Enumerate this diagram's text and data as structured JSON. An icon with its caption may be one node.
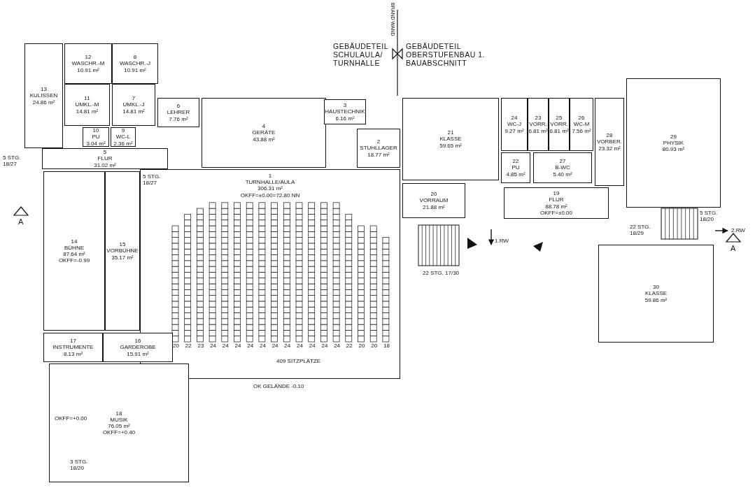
{
  "diagram": {
    "nodes": [
      {
        "text": [
          "13",
          "KULISSEN",
          "24.86 m²"
        ]
      },
      {
        "text": [
          "12",
          "WASCHR.-M",
          "10.91 m²"
        ]
      },
      {
        "text": [
          "8",
          "WASCHR.-J",
          "10.91 m²"
        ]
      },
      {
        "text": [
          "11",
          "UMKL.-M",
          "14.81 m²"
        ]
      },
      {
        "text": [
          "7",
          "UMKL.-J",
          "14.81 m²"
        ]
      },
      {
        "text": [
          "10",
          "PU",
          "3.04 m²"
        ]
      },
      {
        "text": [
          "9",
          "WC-L",
          "2.36 m²"
        ]
      },
      {
        "text": [
          "6",
          "LEHRER",
          "7.76 m²"
        ]
      },
      {
        "text": [
          "5",
          "FLUR",
          "31.02 m²"
        ]
      },
      {
        "text": [
          "4",
          "GERÄTE",
          "43.88 m²"
        ]
      },
      {
        "text": [
          "3",
          "HAUSTECHNIK",
          "6.16 m²"
        ]
      },
      {
        "text": [
          "2",
          "STUHLLAGER",
          "18.77 m²"
        ]
      },
      {
        "text": [
          "1",
          "TURNHALLE/AULA",
          "306.31 m²",
          "OKFF=±0.00=72.80 NN"
        ]
      },
      {
        "text": [
          "21",
          "KLASSE",
          "59.65 m²"
        ]
      },
      {
        "text": [
          "24",
          "WC-J",
          "9.27 m²"
        ]
      },
      {
        "text": [
          "23",
          "VORR.",
          "6.81 m²"
        ]
      },
      {
        "text": [
          "25",
          "VORR.",
          "6.81 m²"
        ]
      },
      {
        "text": [
          "26",
          "WC-M",
          "7.56 m²"
        ]
      },
      {
        "text": [
          "22",
          "PU",
          "4.85 m²"
        ]
      },
      {
        "text": [
          "27",
          "B-WC",
          "5.40 m²"
        ]
      },
      {
        "text": [
          "28",
          "VORBER.",
          "23.32 m²"
        ]
      },
      {
        "text": [
          "29",
          "PHYSIK",
          "80.93 m²"
        ]
      },
      {
        "text": [
          "20",
          "VORRAUM",
          "21.88 m²"
        ]
      },
      {
        "text": [
          "19",
          "FLUR",
          "88.78 m²",
          "OKFF=±0.00"
        ]
      },
      {
        "text": [
          "14",
          "BÜHNE",
          "87.64 m²",
          "OKFF=-0.99"
        ]
      },
      {
        "text": [
          "15",
          "VORBÜHNE",
          "35.17 m²"
        ]
      },
      {
        "text": [
          "17",
          "INSTRUMENTE",
          "8.13 m²"
        ]
      },
      {
        "text": [
          "16",
          "GARDEROBE",
          "15.91 m²"
        ]
      },
      {
        "text": [
          "18",
          "MUSIK",
          "76.05 m²",
          "OKFF=+0.40"
        ]
      },
      {
        "text": [
          "30",
          "KLASSE",
          "59.86 m²"
        ]
      }
    ],
    "labels": [
      "BRAND WAND",
      "GEBÄUDETEIL SCHULAULA/ TURNHALLE",
      "GEBÄUDETEIL OBERSTUFENBAU 1. BAUABSCHNITT",
      "5 STG. 18/27",
      "5 STG. 18/27",
      "A",
      "A",
      "1.RW",
      "2.RW",
      "22 STG. 17/30",
      "5 STG. 18/20",
      "22 STG. 18/29",
      "20",
      "22",
      "23",
      "24",
      "24",
      "24",
      "24",
      "24",
      "24",
      "24",
      "24",
      "24",
      "24",
      "24",
      "22",
      "20",
      "20",
      "18",
      "409 SITZPLÄTZE",
      "OK GELÄNDE -0.10",
      "OKFF=+0.00",
      "3 STG. 18/20"
    ]
  }
}
